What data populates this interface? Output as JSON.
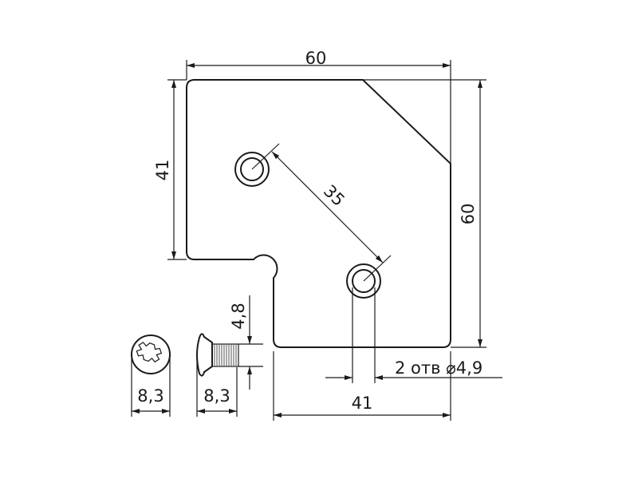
{
  "dimensions": {
    "plate_width": "60",
    "plate_height": "60",
    "upper_height": "41",
    "hole_spacing": "35",
    "lower_width": "41",
    "holes_note": "2 отв ⌀4,9",
    "screw_head_diameter": "8,3",
    "screw_length": "8,3",
    "screw_thread_diameter": "4,8"
  },
  "colors": {
    "line": "#1a1a1a",
    "background": "#ffffff"
  }
}
